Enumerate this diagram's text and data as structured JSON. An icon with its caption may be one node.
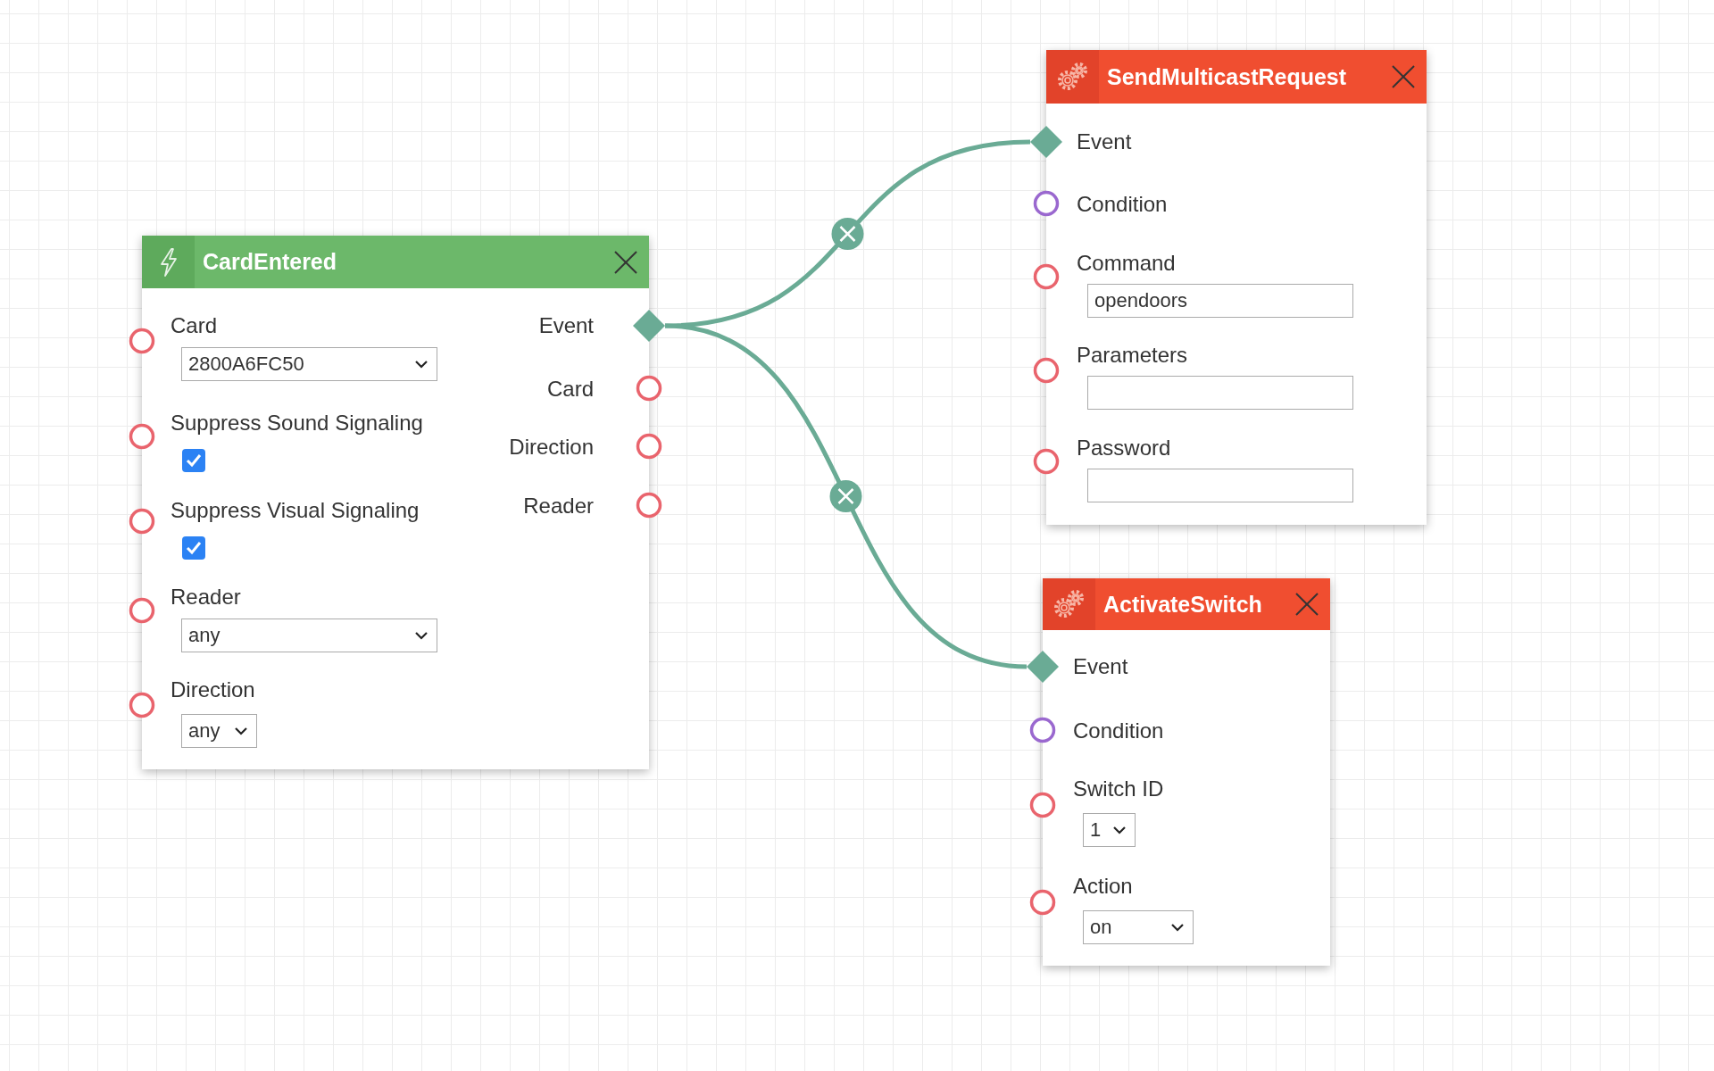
{
  "diagram": {
    "nodes": [
      {
        "text": [
          "CardEntered"
        ]
      },
      {
        "text": [
          "SendMulticastRequest"
        ]
      },
      {
        "text": [
          "ActivateSwitch"
        ]
      },
      {
        "text": [],
        "shape": "diamond",
        "in": 0,
        "beside": [
          "Event"
        ]
      },
      {
        "text": [],
        "shape": "diamond",
        "in": 1,
        "beside": [
          "Event"
        ]
      },
      {
        "text": [],
        "shape": "diamond",
        "in": 2,
        "beside": [
          "Event"
        ]
      }
    ],
    "edges": [
      {
        "from": 3,
        "to": 4,
        "arrow": "none"
      },
      {
        "from": 3,
        "to": 5,
        "arrow": "none"
      }
    ],
    "labels": [
      "Card",
      "2800A6FC50",
      "Suppress Sound Signaling",
      "Suppress Visual Signaling",
      "Reader",
      "any",
      "Direction",
      "any",
      "Card",
      "Direction",
      "Reader",
      "Condition",
      "Command",
      "opendoors",
      "Parameters",
      "Password",
      "Condition",
      "Switch ID",
      "1",
      "Action",
      "on"
    ]
  }
}
